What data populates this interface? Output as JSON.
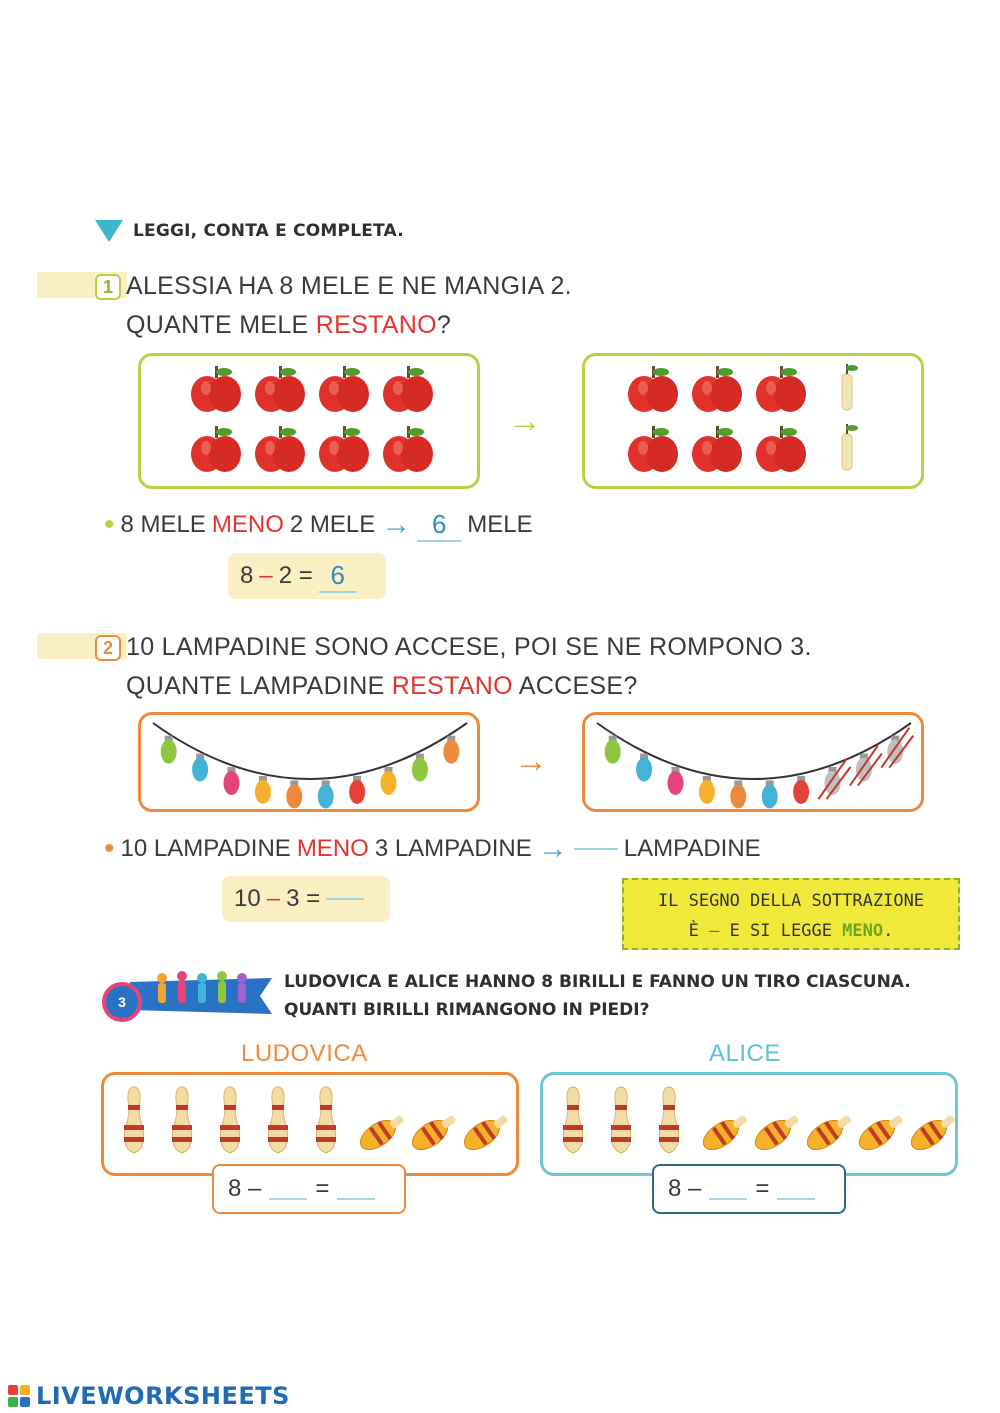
{
  "instruction": "LEGGI, CONTA E COMPLETA.",
  "q1": {
    "number": "1",
    "line1": "ALESSIA HA 8 MELE E NE MANGIA 2.",
    "line2_pre": "QUANTE MELE ",
    "line2_red": "RESTANO",
    "line2_post": "?",
    "sentence": {
      "a": "8 MELE ",
      "meno": "MENO",
      "b": " 2 MELE",
      "answer": "6",
      "c": "MELE"
    },
    "equation": {
      "left": "8",
      "op": "–",
      "right": "2 =",
      "answer": "6"
    },
    "left_box_items": 8,
    "right_box_apples": 6,
    "right_box_cores": 2
  },
  "q2": {
    "number": "2",
    "line1": "10 LAMPADINE SONO ACCESE, POI SE NE ROMPONO 3.",
    "line2_pre": "QUANTE LAMPADINE ",
    "line2_red": "RESTANO",
    "line2_post": " ACCESE?",
    "sentence": {
      "a": "10 LAMPADINE ",
      "meno": "MENO",
      "b": " 3 LAMPADINE",
      "c": "LAMPADINE"
    },
    "equation": {
      "left": "10",
      "op": "–",
      "right": "3 ="
    },
    "bulbs_total": 10,
    "bulbs_broken": 3
  },
  "note": {
    "line1": "IL SEGNO DELLA SOTTRAZIONE",
    "line2_pre": "È ",
    "line2_minus": "–",
    "line2_mid": " E SI LEGGE ",
    "line2_green": "MENO",
    "line2_post": "."
  },
  "q3": {
    "number": "3",
    "line1": "LUDOVICA E ALICE HANNO 8 BIRILLI E FANNO UN TIRO CIASCUNA.",
    "line2": "QUANTI BIRILLI RIMANGONO IN PIEDI?",
    "ludovica": {
      "label": "LUDOVICA",
      "standing": 5,
      "fallen": 3,
      "eq_left": "8 –",
      "eq_mid": "="
    },
    "alice": {
      "label": "ALICE",
      "standing": 3,
      "fallen": 5,
      "eq_left": "8 –",
      "eq_mid": "="
    }
  },
  "colors": {
    "red": "#e3342f",
    "green_box": "#b6d346",
    "orange_box": "#ee8a3e",
    "blue_box": "#6cc6d6",
    "answer_blue": "#2c8cbf"
  },
  "footer": {
    "brand": "LIVEWORKSHEETS"
  }
}
